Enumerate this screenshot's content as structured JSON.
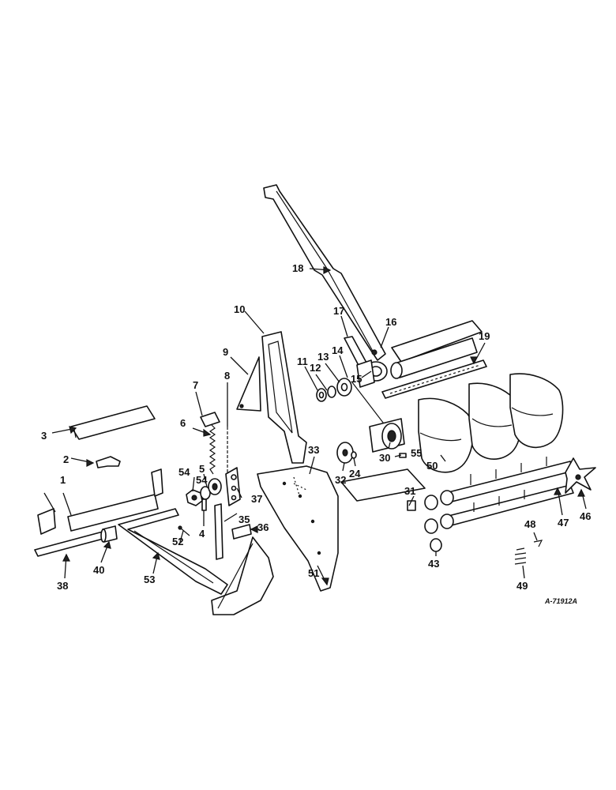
{
  "reference_code": "A-71912A",
  "callouts": [
    {
      "id": "c1",
      "label": "1"
    },
    {
      "id": "c2",
      "label": "2"
    },
    {
      "id": "c3",
      "label": "3"
    },
    {
      "id": "c4",
      "label": "4"
    },
    {
      "id": "c5",
      "label": "5"
    },
    {
      "id": "c6",
      "label": "6"
    },
    {
      "id": "c7",
      "label": "7"
    },
    {
      "id": "c8",
      "label": "8"
    },
    {
      "id": "c9",
      "label": "9"
    },
    {
      "id": "c10",
      "label": "10"
    },
    {
      "id": "c11",
      "label": "11"
    },
    {
      "id": "c12",
      "label": "12"
    },
    {
      "id": "c13",
      "label": "13"
    },
    {
      "id": "c14",
      "label": "14"
    },
    {
      "id": "c15",
      "label": "15"
    },
    {
      "id": "c16",
      "label": "16"
    },
    {
      "id": "c17",
      "label": "17"
    },
    {
      "id": "c18",
      "label": "18"
    },
    {
      "id": "c19",
      "label": "19"
    },
    {
      "id": "c24",
      "label": "24"
    },
    {
      "id": "c30",
      "label": "30"
    },
    {
      "id": "c31",
      "label": "31"
    },
    {
      "id": "c32",
      "label": "32"
    },
    {
      "id": "c33",
      "label": "33"
    },
    {
      "id": "c35",
      "label": "35"
    },
    {
      "id": "c36",
      "label": "36"
    },
    {
      "id": "c37",
      "label": "37"
    },
    {
      "id": "c38",
      "label": "38"
    },
    {
      "id": "c40",
      "label": "40"
    },
    {
      "id": "c43",
      "label": "43"
    },
    {
      "id": "c46",
      "label": "46"
    },
    {
      "id": "c47",
      "label": "47"
    },
    {
      "id": "c48",
      "label": "48"
    },
    {
      "id": "c49",
      "label": "49"
    },
    {
      "id": "c50",
      "label": "50"
    },
    {
      "id": "c51",
      "label": "51"
    },
    {
      "id": "c52",
      "label": "52"
    },
    {
      "id": "c53",
      "label": "53"
    },
    {
      "id": "c54a",
      "label": "54"
    },
    {
      "id": "c54b",
      "label": "54"
    },
    {
      "id": "c55",
      "label": "55"
    }
  ]
}
